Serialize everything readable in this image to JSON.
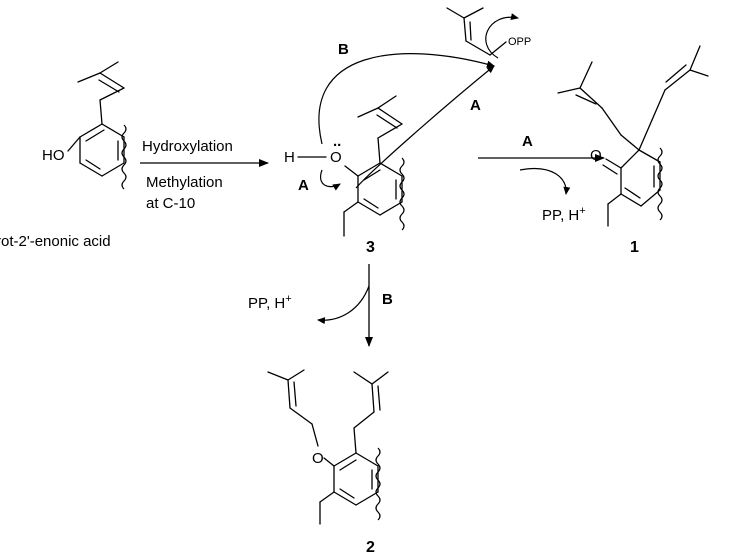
{
  "start": {
    "name": "rot-2'-enonic acid",
    "oh": "HO"
  },
  "step1": {
    "line1": "Hydroxylation",
    "line2": "Methylation",
    "line3": "at C-10"
  },
  "int3": {
    "h": "H",
    "o": "O",
    "lone_pair": "..",
    "number": "3"
  },
  "reagent": {
    "opp": "OPP"
  },
  "pathA": {
    "label": "A",
    "byproduct_pp": "PP, H",
    "byproduct_sup": "+"
  },
  "pathB": {
    "label": "B",
    "byproduct_pp": "PP, H",
    "byproduct_sup": "+"
  },
  "prod1": {
    "carbonyl_o": "O",
    "number": "1"
  },
  "prod2": {
    "ether_o": "O",
    "number": "2"
  }
}
